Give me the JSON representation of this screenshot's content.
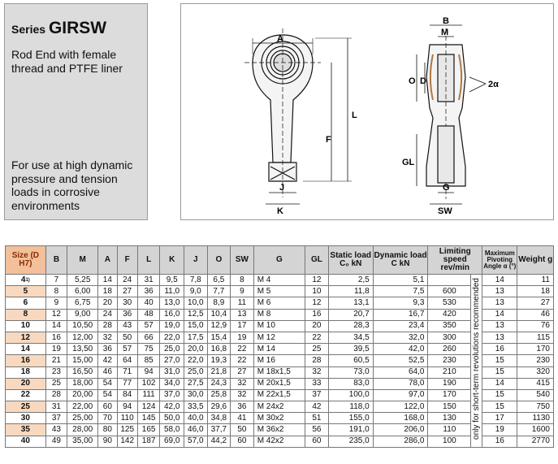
{
  "panel": {
    "series_label": "Series",
    "series_name": "GIRSW",
    "description": "Rod End with female thread and PTFE liner",
    "usage": "For use at high dynamic pressure and tension loads in corrosive environments"
  },
  "drawing": {
    "labels": {
      "A": "A",
      "L": "L",
      "F": "F",
      "J": "J",
      "K": "K",
      "B": "B",
      "M": "M",
      "O": "O",
      "D": "D",
      "alpha": "2α",
      "GL": "GL",
      "G": "G",
      "SW": "SW"
    }
  },
  "table": {
    "headers": {
      "size": "Size (D H7)",
      "b": "B",
      "m": "M",
      "a": "A",
      "f": "F",
      "l": "L",
      "k": "K",
      "j": "J",
      "o": "O",
      "sw": "SW",
      "g": "G",
      "gl": "GL",
      "static_load": "Static load C₀ kN",
      "dynamic_load": "Dynamic load C kN",
      "limiting_speed": "Limiting speed rev/min",
      "pivot_angle": "Maximum Pivoting Angle α (°)",
      "weight": "Weight g"
    },
    "side_note": "only for short-term revolutions recommended",
    "rows": [
      {
        "size": "4",
        "sup": "1)",
        "b": "7",
        "m": "5,25",
        "a": "14",
        "f": "24",
        "l": "31",
        "k": "9,5",
        "j": "7,8",
        "o": "6,5",
        "sw": "8",
        "g": "M 4",
        "gl": "12",
        "c0": "2,5",
        "c": "5,1",
        "speed": "",
        "angle": "14",
        "weight": "11"
      },
      {
        "size": "5",
        "sup": "",
        "b": "8",
        "m": "6,00",
        "a": "18",
        "f": "27",
        "l": "36",
        "k": "11,0",
        "j": "9,0",
        "o": "7,7",
        "sw": "9",
        "g": "M 5",
        "gl": "10",
        "c0": "11,8",
        "c": "7,5",
        "speed": "600",
        "angle": "13",
        "weight": "18"
      },
      {
        "size": "6",
        "sup": "",
        "b": "9",
        "m": "6,75",
        "a": "20",
        "f": "30",
        "l": "40",
        "k": "13,0",
        "j": "10,0",
        "o": "8,9",
        "sw": "11",
        "g": "M 6",
        "gl": "12",
        "c0": "13,1",
        "c": "9,3",
        "speed": "530",
        "angle": "13",
        "weight": "27"
      },
      {
        "size": "8",
        "sup": "",
        "b": "12",
        "m": "9,00",
        "a": "24",
        "f": "36",
        "l": "48",
        "k": "16,0",
        "j": "12,5",
        "o": "10,4",
        "sw": "13",
        "g": "M 8",
        "gl": "16",
        "c0": "20,7",
        "c": "16,7",
        "speed": "420",
        "angle": "14",
        "weight": "46"
      },
      {
        "size": "10",
        "sup": "",
        "b": "14",
        "m": "10,50",
        "a": "28",
        "f": "43",
        "l": "57",
        "k": "19,0",
        "j": "15,0",
        "o": "12,9",
        "sw": "17",
        "g": "M 10",
        "gl": "20",
        "c0": "28,3",
        "c": "23,4",
        "speed": "350",
        "angle": "13",
        "weight": "76"
      },
      {
        "size": "12",
        "sup": "",
        "b": "16",
        "m": "12,00",
        "a": "32",
        "f": "50",
        "l": "66",
        "k": "22,0",
        "j": "17,5",
        "o": "15,4",
        "sw": "19",
        "g": "M 12",
        "gl": "22",
        "c0": "34,5",
        "c": "32,0",
        "speed": "300",
        "angle": "13",
        "weight": "115"
      },
      {
        "size": "14",
        "sup": "",
        "b": "19",
        "m": "13,50",
        "a": "36",
        "f": "57",
        "l": "75",
        "k": "25,0",
        "j": "20,0",
        "o": "16,8",
        "sw": "22",
        "g": "M 14",
        "gl": "25",
        "c0": "39,5",
        "c": "42,0",
        "speed": "260",
        "angle": "16",
        "weight": "170"
      },
      {
        "size": "16",
        "sup": "",
        "b": "21",
        "m": "15,00",
        "a": "42",
        "f": "64",
        "l": "85",
        "k": "27,0",
        "j": "22,0",
        "o": "19,3",
        "sw": "22",
        "g": "M 16",
        "gl": "28",
        "c0": "60,5",
        "c": "52,5",
        "speed": "230",
        "angle": "15",
        "weight": "230"
      },
      {
        "size": "18",
        "sup": "",
        "b": "23",
        "m": "16,50",
        "a": "46",
        "f": "71",
        "l": "94",
        "k": "31,0",
        "j": "25,0",
        "o": "21,8",
        "sw": "27",
        "g": "M 18x1,5",
        "gl": "32",
        "c0": "73,0",
        "c": "64,0",
        "speed": "210",
        "angle": "15",
        "weight": "320"
      },
      {
        "size": "20",
        "sup": "",
        "b": "25",
        "m": "18,00",
        "a": "54",
        "f": "77",
        "l": "102",
        "k": "34,0",
        "j": "27,5",
        "o": "24,3",
        "sw": "32",
        "g": "M 20x1,5",
        "gl": "33",
        "c0": "83,0",
        "c": "78,0",
        "speed": "190",
        "angle": "14",
        "weight": "415"
      },
      {
        "size": "22",
        "sup": "",
        "b": "28",
        "m": "20,00",
        "a": "54",
        "f": "84",
        "l": "111",
        "k": "37,0",
        "j": "30,0",
        "o": "25,8",
        "sw": "32",
        "g": "M 22x1,5",
        "gl": "37",
        "c0": "100,0",
        "c": "97,0",
        "speed": "170",
        "angle": "15",
        "weight": "540"
      },
      {
        "size": "25",
        "sup": "",
        "b": "31",
        "m": "22,00",
        "a": "60",
        "f": "94",
        "l": "124",
        "k": "42,0",
        "j": "33,5",
        "o": "29,6",
        "sw": "36",
        "g": "M 24x2",
        "gl": "42",
        "c0": "118,0",
        "c": "122,0",
        "speed": "150",
        "angle": "15",
        "weight": "750"
      },
      {
        "size": "30",
        "sup": "",
        "b": "37",
        "m": "25,00",
        "a": "70",
        "f": "110",
        "l": "145",
        "k": "50,0",
        "j": "40,0",
        "o": "34,8",
        "sw": "41",
        "g": "M 30x2",
        "gl": "51",
        "c0": "155,0",
        "c": "168,0",
        "speed": "130",
        "angle": "17",
        "weight": "1130"
      },
      {
        "size": "35",
        "sup": "",
        "b": "43",
        "m": "28,00",
        "a": "80",
        "f": "125",
        "l": "165",
        "k": "58,0",
        "j": "46,0",
        "o": "37,7",
        "sw": "50",
        "g": "M 36x2",
        "gl": "56",
        "c0": "191,0",
        "c": "206,0",
        "speed": "110",
        "angle": "19",
        "weight": "1600"
      },
      {
        "size": "40",
        "sup": "",
        "b": "49",
        "m": "35,00",
        "a": "90",
        "f": "142",
        "l": "187",
        "k": "69,0",
        "j": "57,0",
        "o": "44,2",
        "sw": "60",
        "g": "M 42x2",
        "gl": "60",
        "c0": "235,0",
        "c": "286,0",
        "speed": "100",
        "angle": "16",
        "weight": "2770"
      }
    ]
  }
}
